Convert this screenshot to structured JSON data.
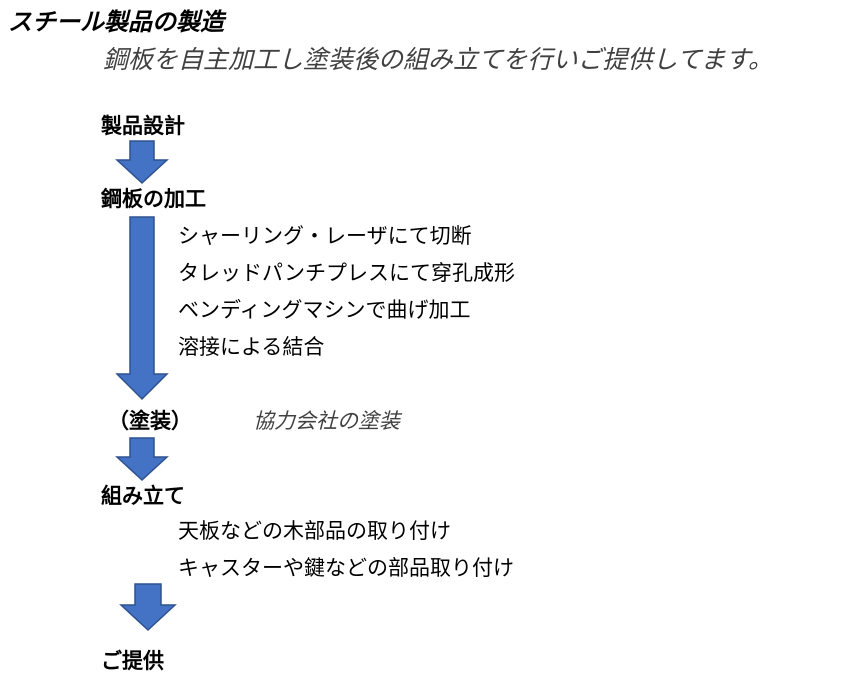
{
  "title": "スチール製品の製造",
  "subtitle": "鋼板を自主加工し塗装後の組み立てを行いご提供してます。",
  "colors": {
    "arrow_fill": "#4472C4",
    "arrow_stroke": "#2F528F"
  },
  "steps": [
    {
      "label": "製品設計"
    },
    {
      "label": "鋼板の加工",
      "details": [
        "シャーリング・レーザにて切断",
        "タレッドパンチプレスにて穿孔成形",
        "ベンディングマシンで曲げ加工",
        "溶接による結合"
      ]
    },
    {
      "label": "（塗装）",
      "note": "協力会社の塗装"
    },
    {
      "label": "組み立て",
      "details": [
        "天板などの木部品の取り付け",
        "キャスターや鍵などの部品取り付け"
      ]
    },
    {
      "label": "ご提供"
    }
  ]
}
